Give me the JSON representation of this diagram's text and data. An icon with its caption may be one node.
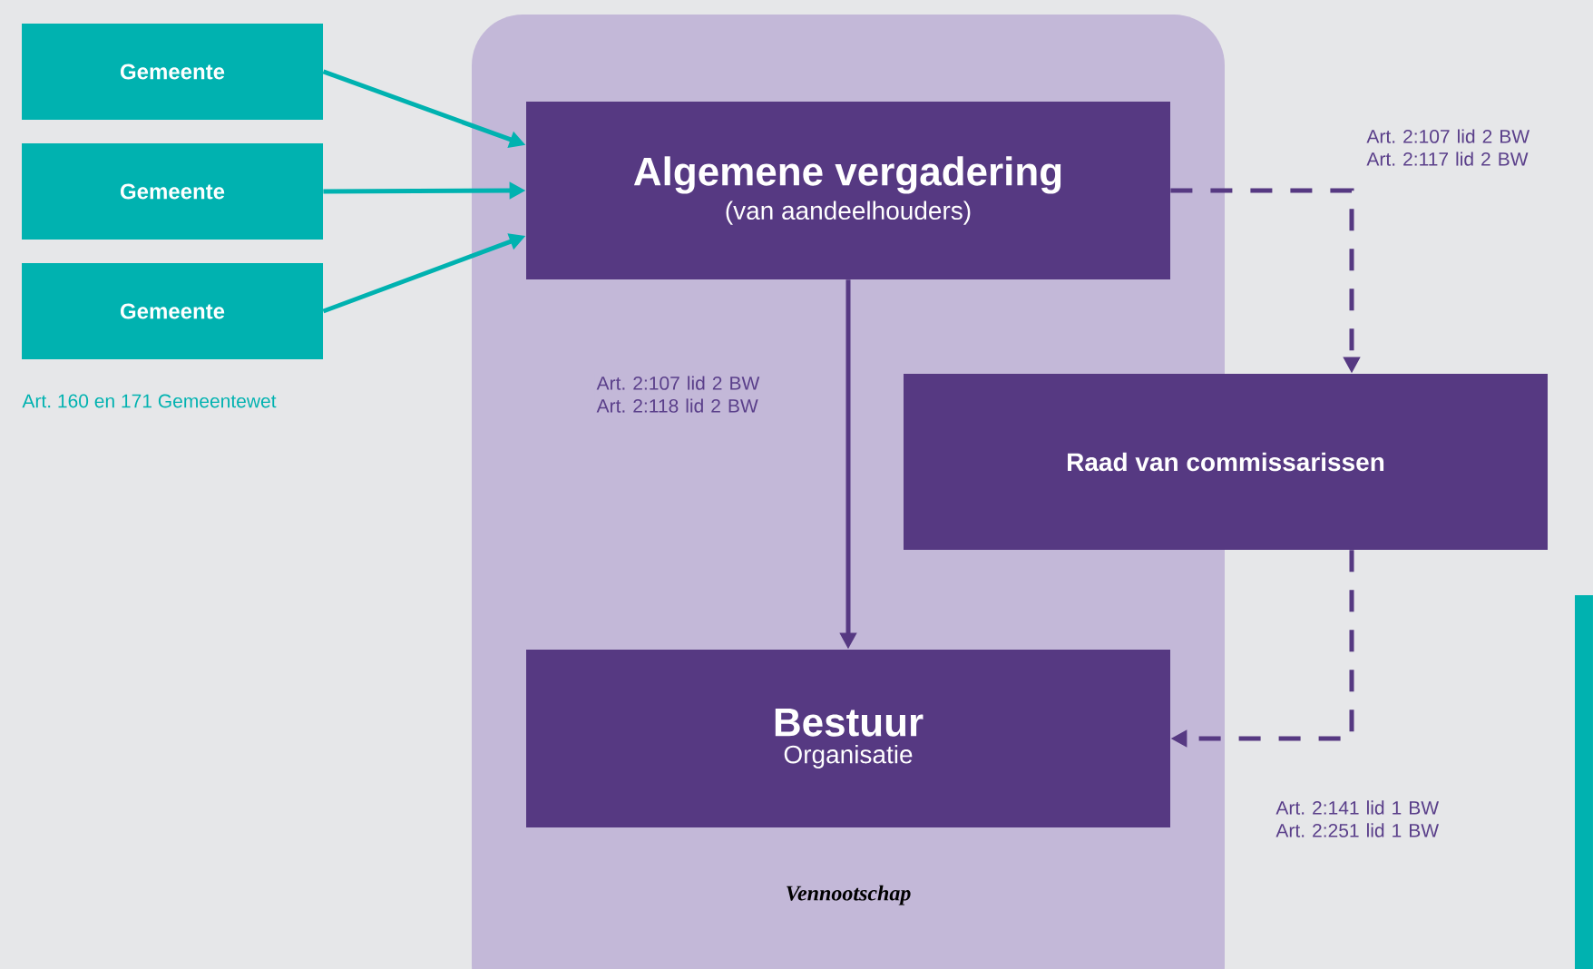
{
  "diagram": {
    "nodes": [
      {
        "text": [
          "Vennootschap"
        ]
      },
      {
        "text": [
          "Gemeente"
        ]
      },
      {
        "text": [
          "Gemeente"
        ]
      },
      {
        "text": [
          "Gemeente"
        ]
      },
      {
        "text": [
          "Algemene vergadering",
          "(van aandeelhouders)"
        ],
        "in": 0
      },
      {
        "text": [
          "Raad van commissarissen"
        ]
      },
      {
        "text": [
          "Bestuur",
          "Organisatie"
        ],
        "in": 0
      }
    ],
    "edges": [
      {
        "from": 1,
        "to": 4,
        "arrow": "to",
        "color": "#00b2b0"
      },
      {
        "from": 2,
        "to": 4,
        "arrow": "to",
        "color": "#00b2b0"
      },
      {
        "from": 3,
        "to": 4,
        "arrow": "to",
        "color": "#00b2b0"
      },
      {
        "from": 4,
        "to": 6,
        "arrow": "to",
        "color": "#563982",
        "label": "Art. 2:107 lid 2 BW Art. 2:118 lid 2 BW"
      },
      {
        "from": 4,
        "to": 5,
        "arrow": "to",
        "style": "dashed",
        "color": "#563982",
        "label": "Art. 2:107 lid 2 BW Art. 2:117 lid 2 BW"
      },
      {
        "from": 5,
        "to": 6,
        "arrow": "to",
        "style": "dashed",
        "color": "#563982",
        "label": "Art. 2:141 lid 1 BW Art. 2:251 lid 1 BW"
      }
    ],
    "labels": [
      "Art. 160 en 171 Gemeentewet"
    ]
  }
}
